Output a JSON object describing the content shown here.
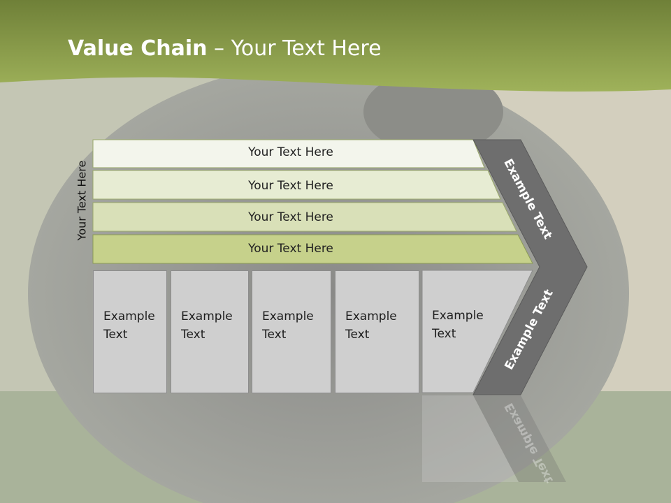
{
  "slide": {
    "title_bold": "Value Chain",
    "title_rest": " – Your Text Here",
    "side_label": "Your Text Here",
    "bars": [
      "Your Text Here",
      "Your Text Here",
      "Your Text Here",
      "Your Text Here"
    ],
    "boxes": [
      "Example\nText",
      "Example\nText",
      "Example\nText",
      "Example\nText",
      "Example\nText"
    ],
    "chevron_upper": "Example Text",
    "chevron_lower": "Example Text"
  },
  "colors": {
    "header_green": "#8fa348",
    "bar_fills": [
      "#f3f5ec",
      "#e7ecd3",
      "#d9e0b8",
      "#c6d18b"
    ],
    "box_fill": "#cfcfcf",
    "chevron": "#6e6e6e"
  }
}
